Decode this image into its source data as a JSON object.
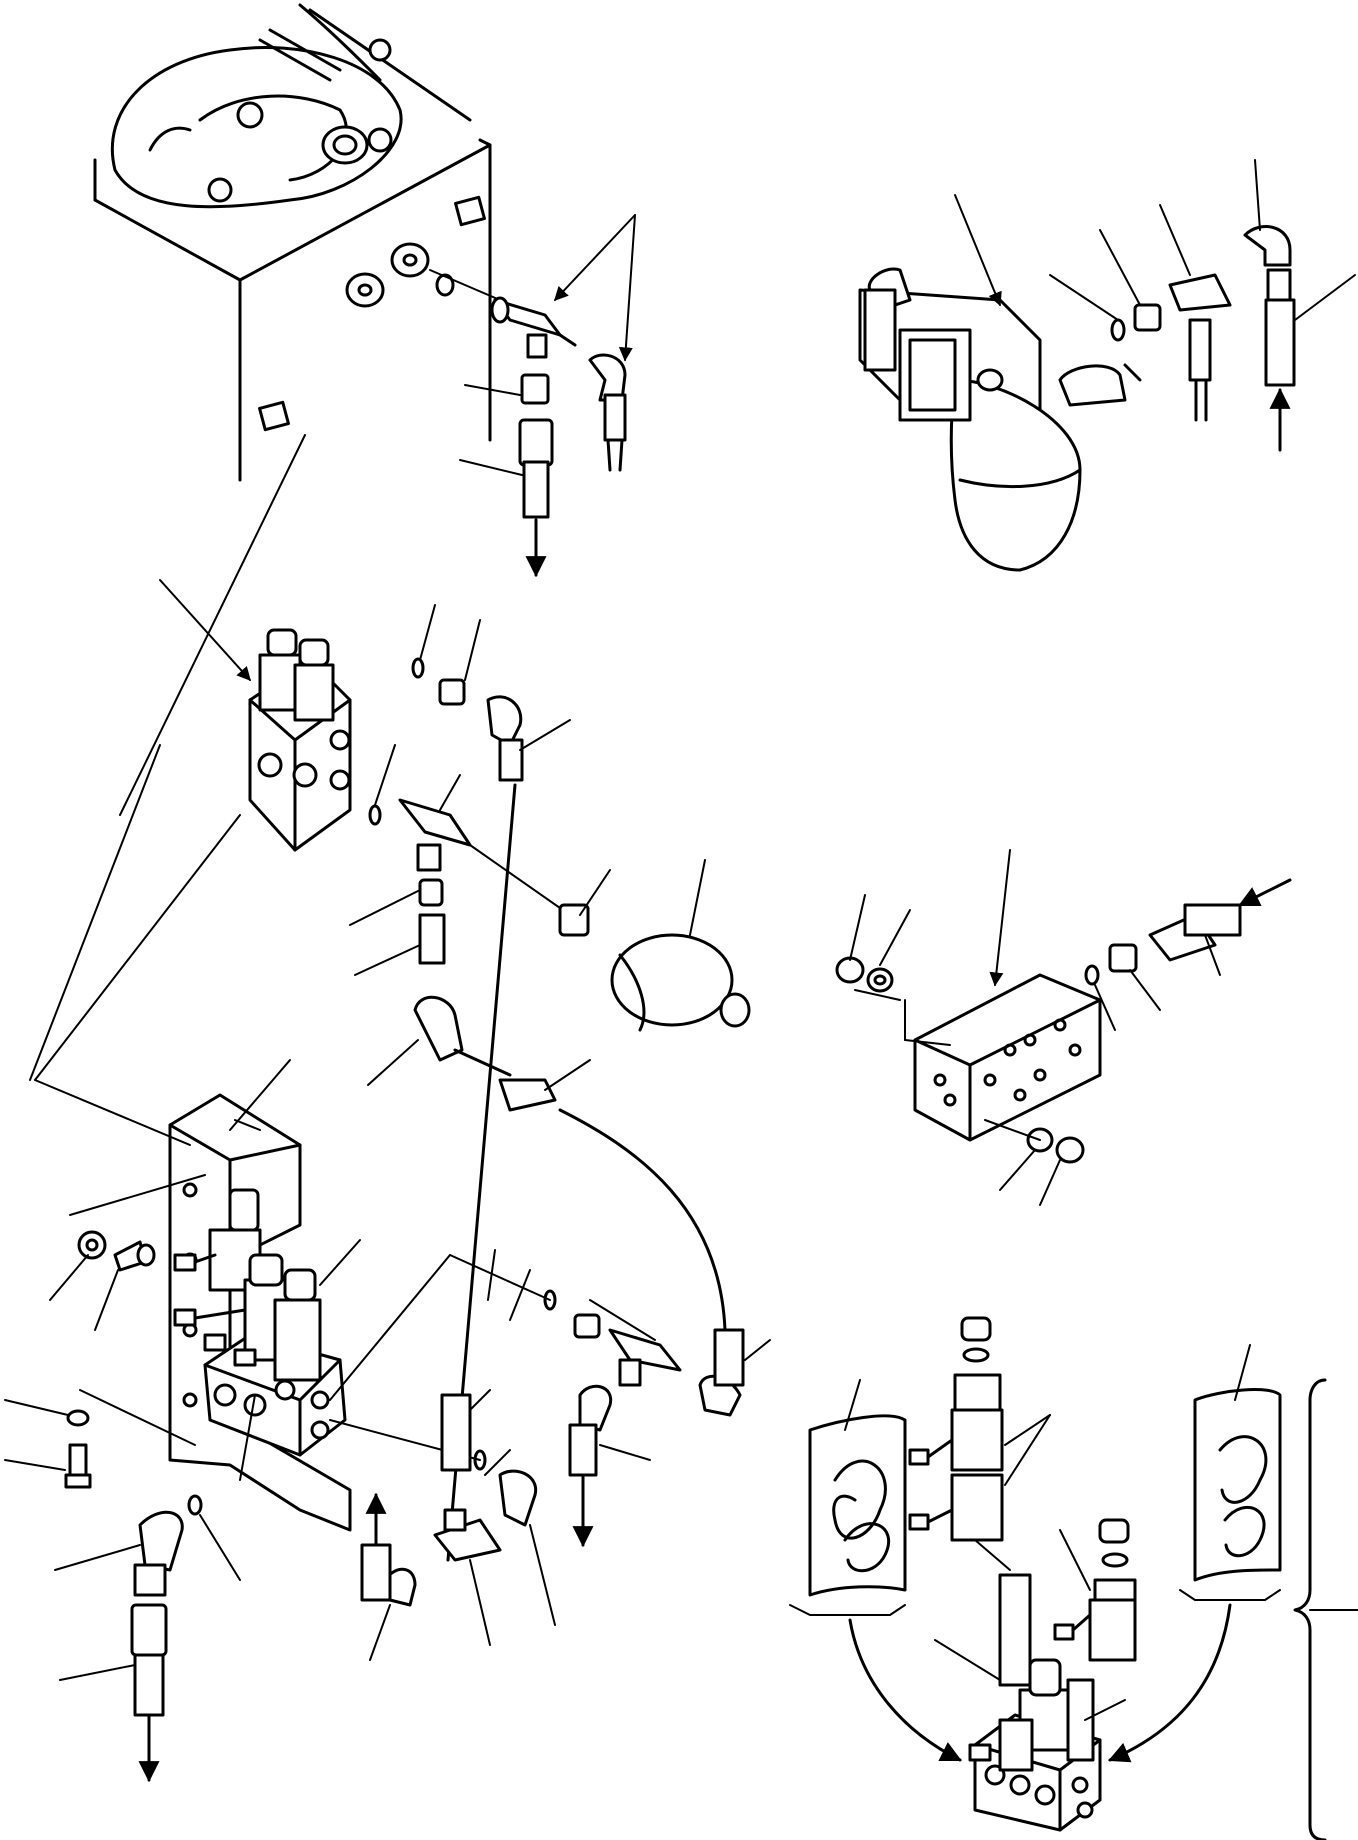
{
  "diagram": {
    "type": "exploded-parts-illustration",
    "text_labels": [],
    "figures": [
      {
        "id": "tank-tee-assembly"
      },
      {
        "id": "accumulator-block-assembly"
      },
      {
        "id": "solenoid-valve-group"
      },
      {
        "id": "manifold-block"
      },
      {
        "id": "solenoid-valve-kit"
      }
    ]
  }
}
